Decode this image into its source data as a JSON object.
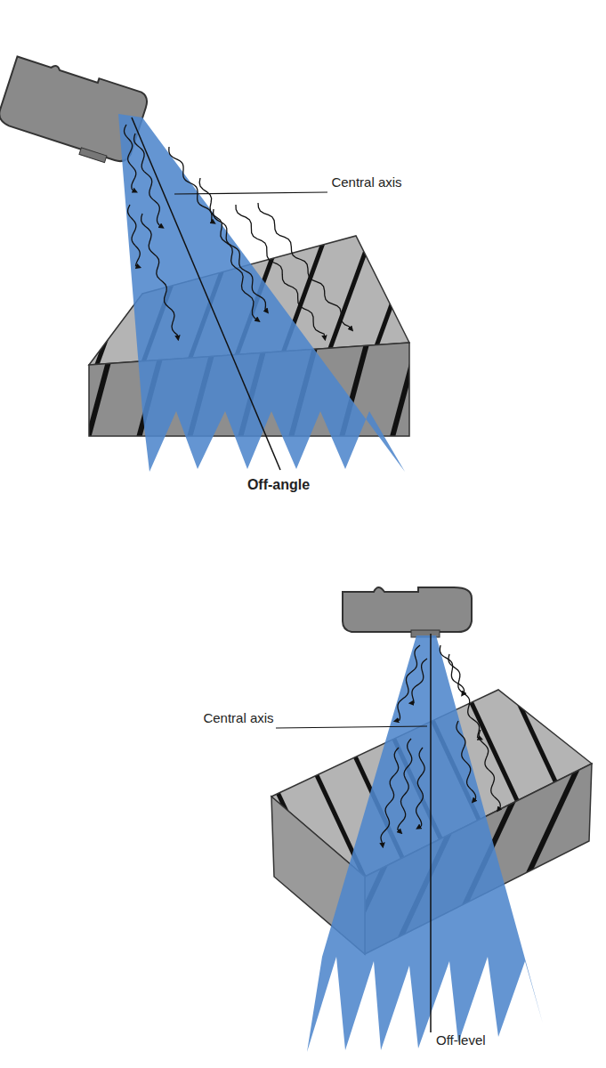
{
  "diagram": {
    "labels": [
      "Central axis",
      "Off-angle",
      "Central axis",
      "Off-level"
    ]
  }
}
